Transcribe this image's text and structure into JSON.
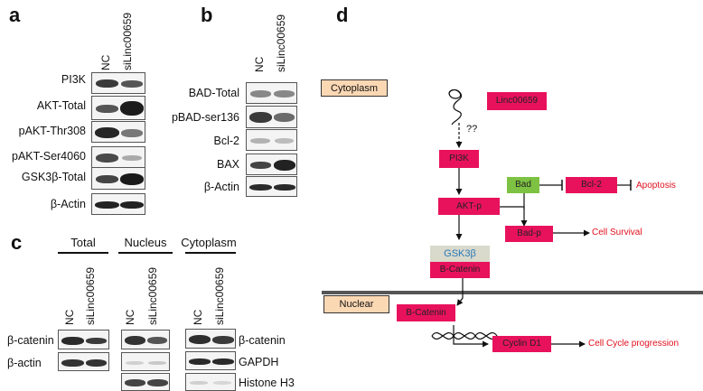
{
  "panels": {
    "a": {
      "label": "a",
      "columns": [
        "NC",
        "siLinc00659"
      ],
      "rows": [
        "PI3K",
        "AKT-Total",
        "pAKT-Thr308",
        "pAKT-Ser4060",
        "GSK3β-Total",
        "β-Actin"
      ]
    },
    "b": {
      "label": "b",
      "columns": [
        "NC",
        "siLinc00659"
      ],
      "rows": [
        "BAD-Total",
        "pBAD-ser136",
        "Bcl-2",
        "BAX",
        "β-Actin"
      ]
    },
    "c": {
      "label": "c",
      "groups": [
        "Total",
        "Nucleus",
        "Cytoplasm"
      ],
      "columns": [
        "NC",
        "siLinc00659"
      ],
      "left_rows": [
        "β-catenin",
        "β-actin"
      ],
      "right_rows": [
        "β-catenin",
        "GAPDH",
        "Histone H3"
      ]
    },
    "d": {
      "label": "d",
      "cytoplasm": "Cytoplasm",
      "nuclear": "Nuclear",
      "linc": "Linc00659",
      "unknown": "??",
      "pi3k": "PI3K",
      "akt": "AKT-p",
      "bad": "Bad",
      "bcl2": "Bcl-2",
      "apoptosis": "Apoptosis",
      "badp": "Bad-p",
      "survival": "Cell Survival",
      "gsk": "GSK3β",
      "bcat1": "B-Catenin",
      "bcat2": "B-Catenin",
      "cyclin": "Cyclin D1",
      "cycle": "Cell Cycle progression"
    }
  },
  "colors": {
    "pink": "#e8125c",
    "green": "#7dc242",
    "peach": "#fbd8b4",
    "gsk_bg": "#d9d9cc",
    "red_text": "#e0101e"
  }
}
